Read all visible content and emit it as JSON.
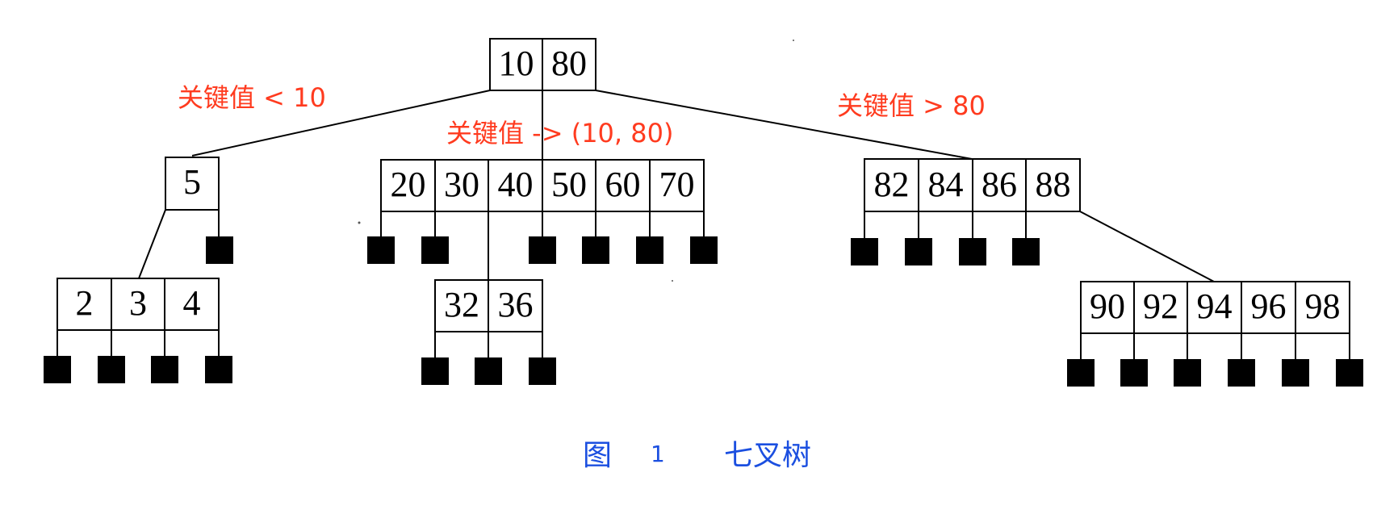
{
  "diagram": {
    "nodes": [
      {
        "id": "root",
        "keys": [
          "10",
          "80"
        ]
      },
      {
        "id": "n5",
        "keys": [
          "5"
        ]
      },
      {
        "id": "n20",
        "keys": [
          "20",
          "30",
          "40",
          "50",
          "60",
          "70"
        ]
      },
      {
        "id": "n82",
        "keys": [
          "82",
          "84",
          "86",
          "88"
        ]
      },
      {
        "id": "n2",
        "keys": [
          "2",
          "3",
          "4"
        ]
      },
      {
        "id": "n32",
        "keys": [
          "32",
          "36"
        ]
      },
      {
        "id": "n90",
        "keys": [
          "90",
          "92",
          "94",
          "96",
          "98"
        ]
      }
    ],
    "edges": [
      {
        "from": "root",
        "to": "n5"
      },
      {
        "from": "root",
        "to": "n20"
      },
      {
        "from": "root",
        "to": "n82"
      },
      {
        "from": "n5",
        "to": "n2"
      },
      {
        "from": "n20",
        "to": "n32"
      },
      {
        "from": "n82",
        "to": "n90"
      }
    ]
  },
  "annotations": {
    "less_than_10": "关键值 < 10",
    "between": "关键值 -> (10, 80)",
    "greater_than_80": "关键值 > 80"
  },
  "caption": {
    "prefix": "图",
    "number": "1",
    "title": "七叉树"
  },
  "colors": {
    "annotation": "#ff3b1f",
    "caption": "#1b4fe0",
    "tree": "#000000"
  }
}
